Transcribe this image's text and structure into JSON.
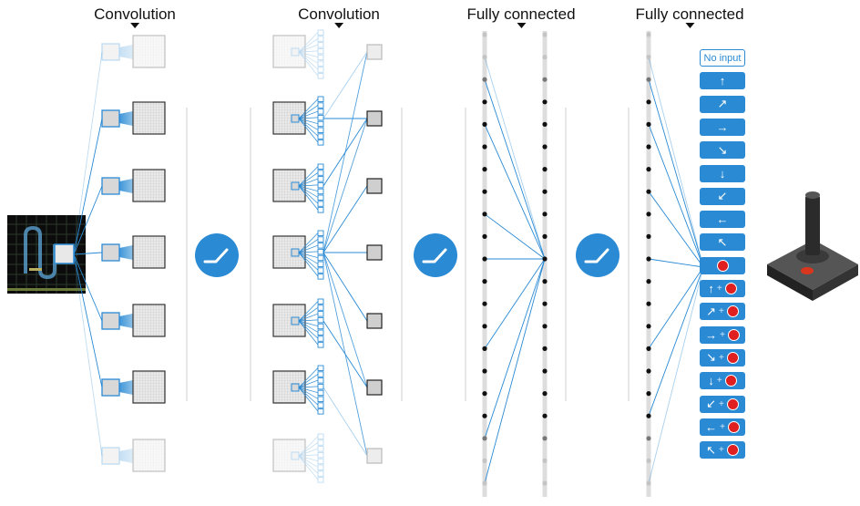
{
  "titles": [
    "Convolution",
    "Convolution",
    "Fully connected",
    "Fully connected"
  ],
  "icons": {
    "activation": "relu-icon",
    "joystick": "joystick-icon",
    "input": "game-screen-thumbnail"
  },
  "colors": {
    "accent": "#2a8ad4",
    "fire": "#e02020",
    "node": "#111111",
    "faded_node": "#bbbbbb"
  },
  "actions": [
    {
      "label": "No input",
      "dir": "",
      "fire": false
    },
    {
      "label": "",
      "dir": "↑",
      "fire": false
    },
    {
      "label": "",
      "dir": "↗",
      "fire": false
    },
    {
      "label": "",
      "dir": "→",
      "fire": false
    },
    {
      "label": "",
      "dir": "↘",
      "fire": false
    },
    {
      "label": "",
      "dir": "↓",
      "fire": false
    },
    {
      "label": "",
      "dir": "↙",
      "fire": false
    },
    {
      "label": "",
      "dir": "←",
      "fire": false
    },
    {
      "label": "",
      "dir": "↖",
      "fire": false
    },
    {
      "label": "",
      "dir": "",
      "fire": true
    },
    {
      "label": "",
      "dir": "↑",
      "fire": true
    },
    {
      "label": "",
      "dir": "↗",
      "fire": true
    },
    {
      "label": "",
      "dir": "→",
      "fire": true
    },
    {
      "label": "",
      "dir": "↘",
      "fire": true
    },
    {
      "label": "",
      "dir": "↓",
      "fire": true
    },
    {
      "label": "",
      "dir": "↙",
      "fire": true
    },
    {
      "label": "",
      "dir": "←",
      "fire": true
    },
    {
      "label": "",
      "dir": "↖",
      "fire": true
    }
  ]
}
